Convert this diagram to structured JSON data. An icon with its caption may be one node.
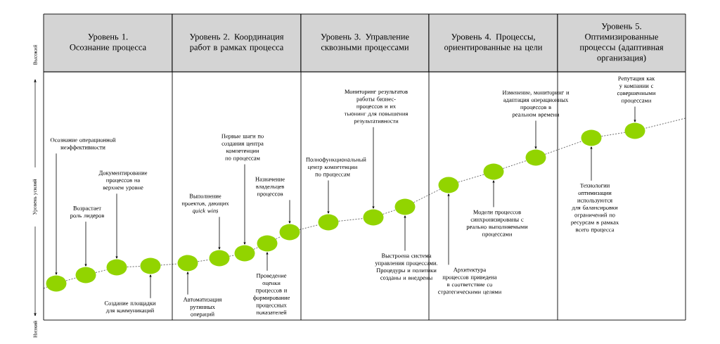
{
  "diagram": {
    "nodes": [
      {
        "text": [
          "Уровень 1. Осознание процесса"
        ]
      },
      {
        "text": [
          "Уровень 2. Координация работ в рамках процесса"
        ]
      },
      {
        "text": [
          "Уровень 3. Управление сквозными процессами"
        ]
      },
      {
        "text": [
          "Уровень 4. Процессы, ориентированные на цели"
        ]
      },
      {
        "text": [
          "Уровень 5. Оптимизированные процессы (адаптивная организация)"
        ]
      },
      {
        "text": [],
        "shape": "circle"
      },
      {
        "text": [],
        "shape": "circle"
      },
      {
        "text": [],
        "shape": "circle"
      },
      {
        "text": [],
        "shape": "circle"
      },
      {
        "text": [],
        "shape": "circle"
      },
      {
        "text": [],
        "shape": "circle"
      },
      {
        "text": [],
        "shape": "circle"
      },
      {
        "text": [],
        "shape": "circle"
      },
      {
        "text": [],
        "shape": "circle"
      },
      {
        "text": [],
        "shape": "circle"
      },
      {
        "text": [],
        "shape": "circle"
      },
      {
        "text": [],
        "shape": "circle"
      },
      {
        "text": [],
        "shape": "circle"
      },
      {
        "text": [],
        "shape": "circle"
      },
      {
        "text": [],
        "shape": "circle"
      },
      {
        "text": [],
        "shape": "circle"
      },
      {
        "text": [],
        "shape": "circle"
      },
      {
        "text": [
          "Осознание операционной неэффективности"
        ]
      },
      {
        "text": [
          "Документирование процессов на верхнем уровне"
        ]
      },
      {
        "text": [
          "Возрастает роль лидеров"
        ]
      },
      {
        "text": [
          "Создание площадки для коммуникаций"
        ]
      },
      {
        "text": [
          "Выполнение проектов, дающих *quick wins*"
        ]
      },
      {
        "text": [
          "Первые шаги по создания центра компетенции по процессам"
        ]
      },
      {
        "text": [
          "Назначение владельцев процессов"
        ]
      },
      {
        "text": [
          "Автоматизация рутинных операций"
        ]
      },
      {
        "text": [
          "Проведение оценки процессов и формирование процессных показателей"
        ]
      },
      {
        "text": [
          "Полнофункциональный центр компетенции по процессам"
        ]
      },
      {
        "text": [
          "Мониторинг результатов работы бизнес-процессов и их тьюнинг для повышения результативности"
        ]
      },
      {
        "text": [
          "Выстроена система управления процессами. Процедуры и политики созданы и внедрены"
        ]
      },
      {
        "text": [
          "Архитектура процессов приведена в соответствие со стратегическими целями"
        ]
      },
      {
        "text": [
          "Модели процессов синхронизированы с реально выполняемыми процессами"
        ]
      },
      {
        "text": [
          "Изменение, мониторинг и адаптация операционных процессов в реальном времени"
        ]
      },
      {
        "text": [
          "Репутация как у компании с совершенными процессами"
        ]
      },
      {
        "text": [
          "Технологии оптимизации используются для балансировки ограничений по ресурсам в рамках всего процесса"
        ]
      }
    ],
    "edges": [
      {
        "from": 22,
        "to": 5,
        "arrow": "to"
      },
      {
        "from": 23,
        "to": 7,
        "arrow": "to"
      },
      {
        "from": 24,
        "to": 6,
        "arrow": "to"
      },
      {
        "from": 25,
        "to": 8,
        "arrow": "to"
      },
      {
        "from": 26,
        "to": 10,
        "arrow": "to"
      },
      {
        "from": 27,
        "to": 11,
        "arrow": "to"
      },
      {
        "from": 28,
        "to": 13,
        "arrow": "to"
      },
      {
        "from": 29,
        "to": 9,
        "arrow": "to"
      },
      {
        "from": 30,
        "to": 12,
        "arrow": "to"
      },
      {
        "from": 31,
        "to": 14,
        "arrow": "to"
      },
      {
        "from": 32,
        "to": 15,
        "arrow": "to"
      },
      {
        "from": 33,
        "to": 16,
        "arrow": "to"
      },
      {
        "from": 34,
        "to": 17,
        "arrow": "to"
      },
      {
        "from": 35,
        "to": 18,
        "arrow": "to"
      },
      {
        "from": 36,
        "to": 19,
        "arrow": "to"
      },
      {
        "from": 37,
        "to": 21,
        "arrow": "to"
      },
      {
        "from": 38,
        "to": 20,
        "arrow": "to"
      },
      {
        "from": 5,
        "to": 6,
        "arrow": "none",
        "style": "dashed"
      },
      {
        "from": 6,
        "to": 7,
        "arrow": "none",
        "style": "dashed"
      },
      {
        "from": 7,
        "to": 8,
        "arrow": "none",
        "style": "dashed"
      },
      {
        "from": 8,
        "to": 9,
        "arrow": "none",
        "style": "dashed"
      },
      {
        "from": 9,
        "to": 10,
        "arrow": "none",
        "style": "dashed"
      },
      {
        "from": 10,
        "to": 11,
        "arrow": "none",
        "style": "dashed"
      },
      {
        "from": 11,
        "to": 12,
        "arrow": "none",
        "style": "dashed"
      },
      {
        "from": 12,
        "to": 13,
        "arrow": "none",
        "style": "dashed"
      },
      {
        "from": 13,
        "to": 14,
        "arrow": "none",
        "style": "dashed"
      },
      {
        "from": 14,
        "to": 15,
        "arrow": "none",
        "style": "dashed"
      },
      {
        "from": 15,
        "to": 16,
        "arrow": "none",
        "style": "dashed"
      },
      {
        "from": 16,
        "to": 17,
        "arrow": "none",
        "style": "dashed"
      },
      {
        "from": 17,
        "to": 18,
        "arrow": "none",
        "style": "dashed"
      },
      {
        "from": 18,
        "to": 19,
        "arrow": "none",
        "style": "dashed"
      },
      {
        "from": 19,
        "to": 20,
        "arrow": "none",
        "style": "dashed"
      },
      {
        "from": 20,
        "to": 21,
        "arrow": "none",
        "style": "dashed"
      }
    ],
    "labels": [
      "Высокий",
      "Уровень усилий",
      "Низкий"
    ]
  }
}
